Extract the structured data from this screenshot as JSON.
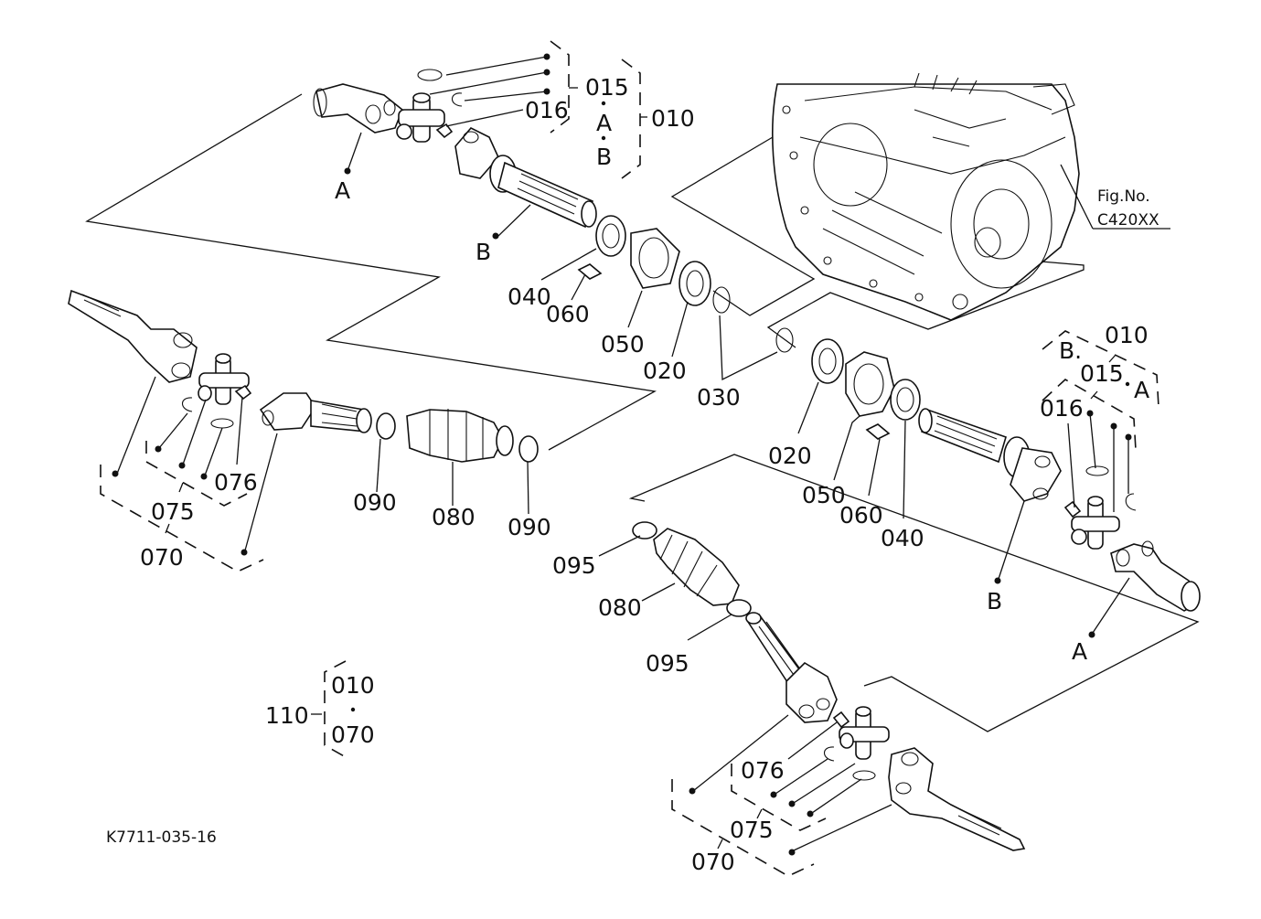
{
  "diagram": {
    "type": "exploded-parts-diagram",
    "subject": "front axle drive shaft assembly",
    "drawing_number": "K7711-035-16",
    "figure_reference": {
      "label": "Fig.No.",
      "value": "C420XX"
    },
    "reference_letters": {
      "a": "A",
      "b": "B"
    },
    "upper_shaft": {
      "part_labels": [
        "010",
        "015",
        "016",
        "040",
        "060",
        "050",
        "020",
        "030"
      ],
      "group_015_members": "015 · A · B",
      "group_010_label": "010"
    },
    "left_shaft": {
      "part_labels": [
        "070",
        "075",
        "076",
        "090",
        "080",
        "090"
      ]
    },
    "right_shaft": {
      "part_labels": [
        "020",
        "050",
        "060",
        "040",
        "016"
      ],
      "group_010": "B · 010",
      "group_015": "015 · A"
    },
    "lower_shaft": {
      "part_labels": [
        "095",
        "080",
        "095",
        "076",
        "075",
        "070"
      ]
    },
    "assembly_110": {
      "label": "110",
      "members": [
        "010",
        "070"
      ],
      "separator": "·"
    },
    "labels": {
      "p010": "010",
      "p015": "015",
      "p016": "016",
      "p020": "020",
      "p030": "030",
      "p040": "040",
      "p050": "050",
      "p060": "060",
      "p070": "070",
      "p075": "075",
      "p076": "076",
      "p080": "080",
      "p090": "090",
      "p095": "095",
      "p110": "110",
      "a": "A",
      "b": "B",
      "dot": "·",
      "b_dot": "B.",
      "p015_dot": "015.",
      "dot_a": "·A"
    }
  }
}
